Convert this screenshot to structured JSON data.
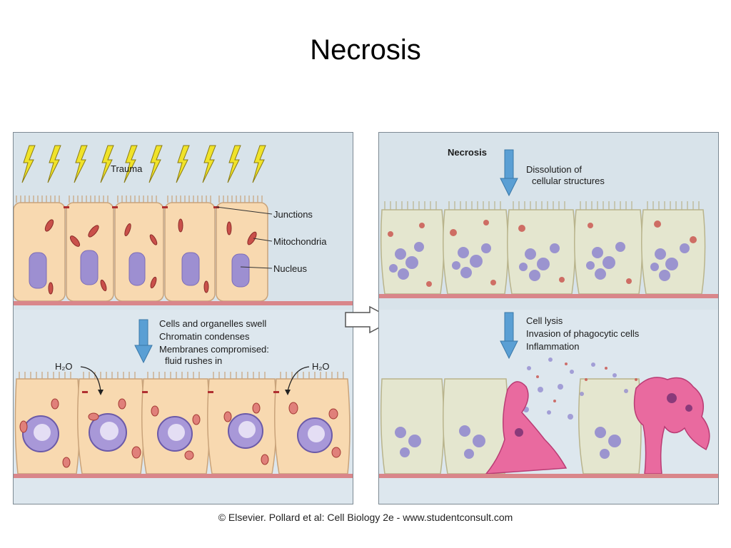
{
  "title": "Necrosis",
  "left_panel": {
    "trauma_label": "Trauma",
    "junctions_label": "Junctions",
    "mitochondria_label": "Mitochondria",
    "nucleus_label": "Nucleus",
    "step_lines": [
      "Cells and organelles swell",
      "Chromatin condenses",
      "Membranes compromised:",
      "fluid rushes in"
    ],
    "water_label_left": "H₂O",
    "water_label_right": "H₂O"
  },
  "right_panel": {
    "necrosis_label": "Necrosis",
    "dissolution_lines": [
      "Dissolution of",
      "cellular structures"
    ],
    "lysis_lines": [
      "Cell lysis",
      "Invasion of phagocytic cells",
      "Inflammation"
    ]
  },
  "caption": "© Elsevier. Pollard et al: Cell Biology 2e - www.studentconsult.com",
  "colors": {
    "panel_bg": "#d8e3ea",
    "cell_fill": "#f8d9b0",
    "cell_stroke": "#c9a37a",
    "nucleus": "#9d8fd1",
    "mitochondria": "#c9504a",
    "arrow_blue": "#5a9fd4",
    "phagocyte": "#e96a9f",
    "basement": "#d9868a",
    "lightning": "#f0e32a"
  }
}
